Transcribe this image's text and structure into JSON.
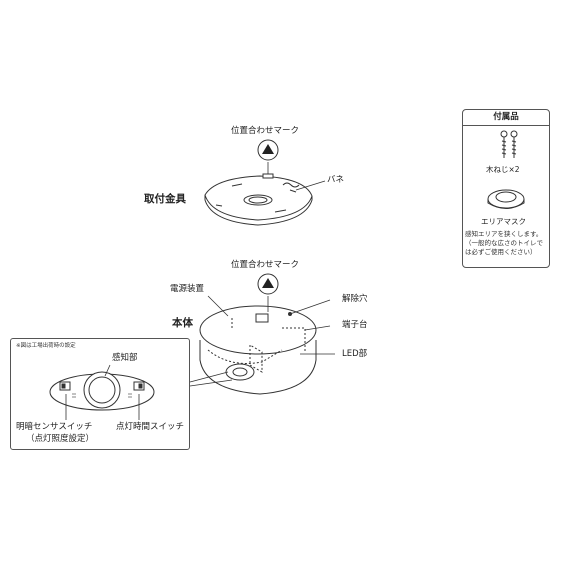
{
  "mounting_bracket": {
    "title": "取付金具",
    "align_mark_label": "位置合わせマーク",
    "spring_label": "バネ"
  },
  "main_body": {
    "title": "本体",
    "align_mark_label": "位置合わせマーク",
    "power_unit_label": "電源装置",
    "release_hole_label": "解除穴",
    "terminal_block_label": "端子台",
    "led_label": "LED部"
  },
  "accessories": {
    "header": "付属品",
    "screws_label": "木ねじ×2",
    "area_mask_label": "エリアマスク",
    "area_mask_note_1": "感知エリアを狭くします。",
    "area_mask_note_2": "（一般的な広さのトイレで",
    "area_mask_note_3": "は必ずご使用ください）"
  },
  "detail_panel": {
    "note": "※図は工場出荷時の設定",
    "sensor_label": "感知部",
    "light_sensor_switch_label": "明暗センサスイッチ",
    "light_sensor_switch_sub": "（点灯照度設定）",
    "timer_switch_label": "点灯時間スイッチ"
  }
}
